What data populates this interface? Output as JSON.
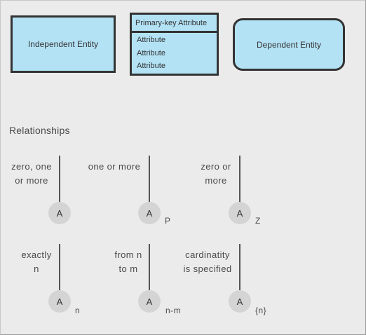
{
  "entities": {
    "independent": "Independent Entity",
    "dependent": "Dependent Entity",
    "keyed": {
      "primary_key": "Primary-key Attribute",
      "attributes": [
        "Attribute",
        "Attribute",
        "Attribute"
      ]
    }
  },
  "relationships": {
    "title": "Relationships",
    "items": [
      {
        "line1": "zero, one",
        "line2": "or more",
        "node": "A",
        "symbol": ""
      },
      {
        "line1": "one or more",
        "line2": "",
        "node": "A",
        "symbol": "P"
      },
      {
        "line1": "zero or",
        "line2": "more",
        "node": "A",
        "symbol": "Z"
      },
      {
        "line1": "exactly",
        "line2": "n",
        "node": "A",
        "symbol": "n"
      },
      {
        "line1": "from n",
        "line2": "to m",
        "node": "A",
        "symbol": "n-m"
      },
      {
        "line1": "cardinatity",
        "line2": "is specified",
        "node": "A",
        "symbol": "{n}"
      }
    ]
  }
}
